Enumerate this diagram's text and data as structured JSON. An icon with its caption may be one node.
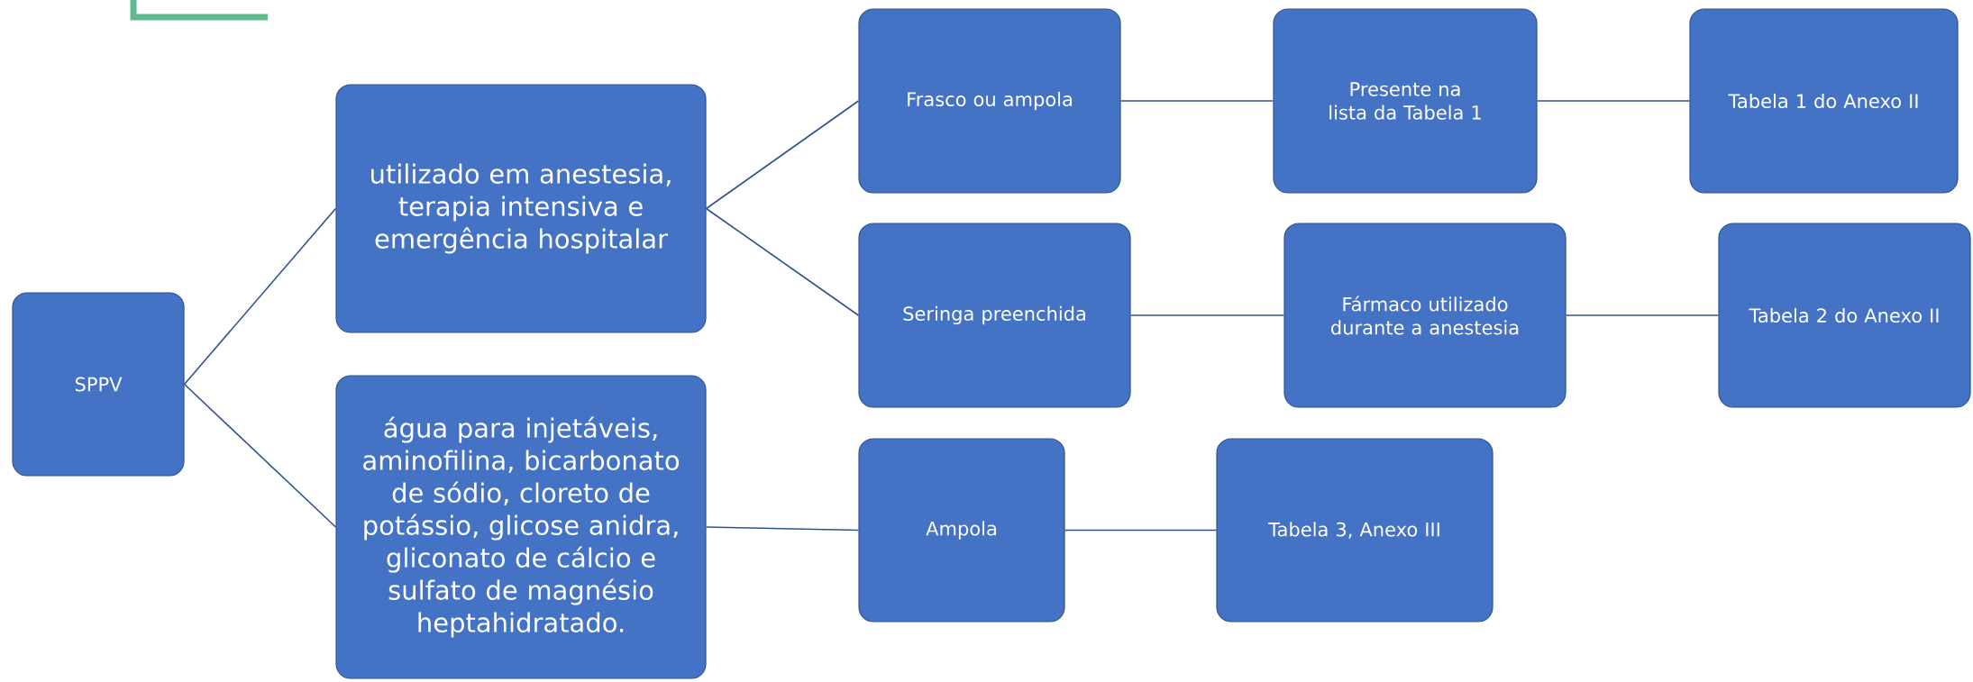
{
  "diagram": {
    "nodes": [
      {
        "text": [
          "SPPV"
        ]
      },
      {
        "text": [
          "utilizado em anestesia, terapia intensiva e emergência hospitalar"
        ]
      },
      {
        "text": [
          "água para injetáveis, aminofilina, bicarbonato de sódio, cloreto de potássio, glicose anidra, gliconato de cálcio e sulfato de magnésio heptahidratado."
        ]
      },
      {
        "text": [
          "Frasco ou ampola"
        ]
      },
      {
        "text": [
          "Presente na lista da Tabela 1"
        ]
      },
      {
        "text": [
          "Tabela 1 do Anexo II"
        ]
      },
      {
        "text": [
          "Seringa preenchida"
        ]
      },
      {
        "text": [
          "Fármaco utilizado durante a anestesia"
        ]
      },
      {
        "text": [
          "Tabela 2 do Anexo II"
        ]
      },
      {
        "text": [
          "Ampola"
        ]
      },
      {
        "text": [
          "Tabela 3, Anexo III"
        ]
      }
    ],
    "edges": [
      {
        "from": 0,
        "to": 1,
        "arrow": "none"
      },
      {
        "from": 0,
        "to": 2,
        "arrow": "none"
      },
      {
        "from": 1,
        "to": 3,
        "arrow": "none"
      },
      {
        "from": 1,
        "to": 6,
        "arrow": "none"
      },
      {
        "from": 3,
        "to": 4,
        "arrow": "none"
      },
      {
        "from": 4,
        "to": 5,
        "arrow": "none"
      },
      {
        "from": 6,
        "to": 7,
        "arrow": "none"
      },
      {
        "from": 7,
        "to": 8,
        "arrow": "none"
      },
      {
        "from": 2,
        "to": 9,
        "arrow": "none"
      },
      {
        "from": 9,
        "to": 10,
        "arrow": "none"
      }
    ]
  }
}
